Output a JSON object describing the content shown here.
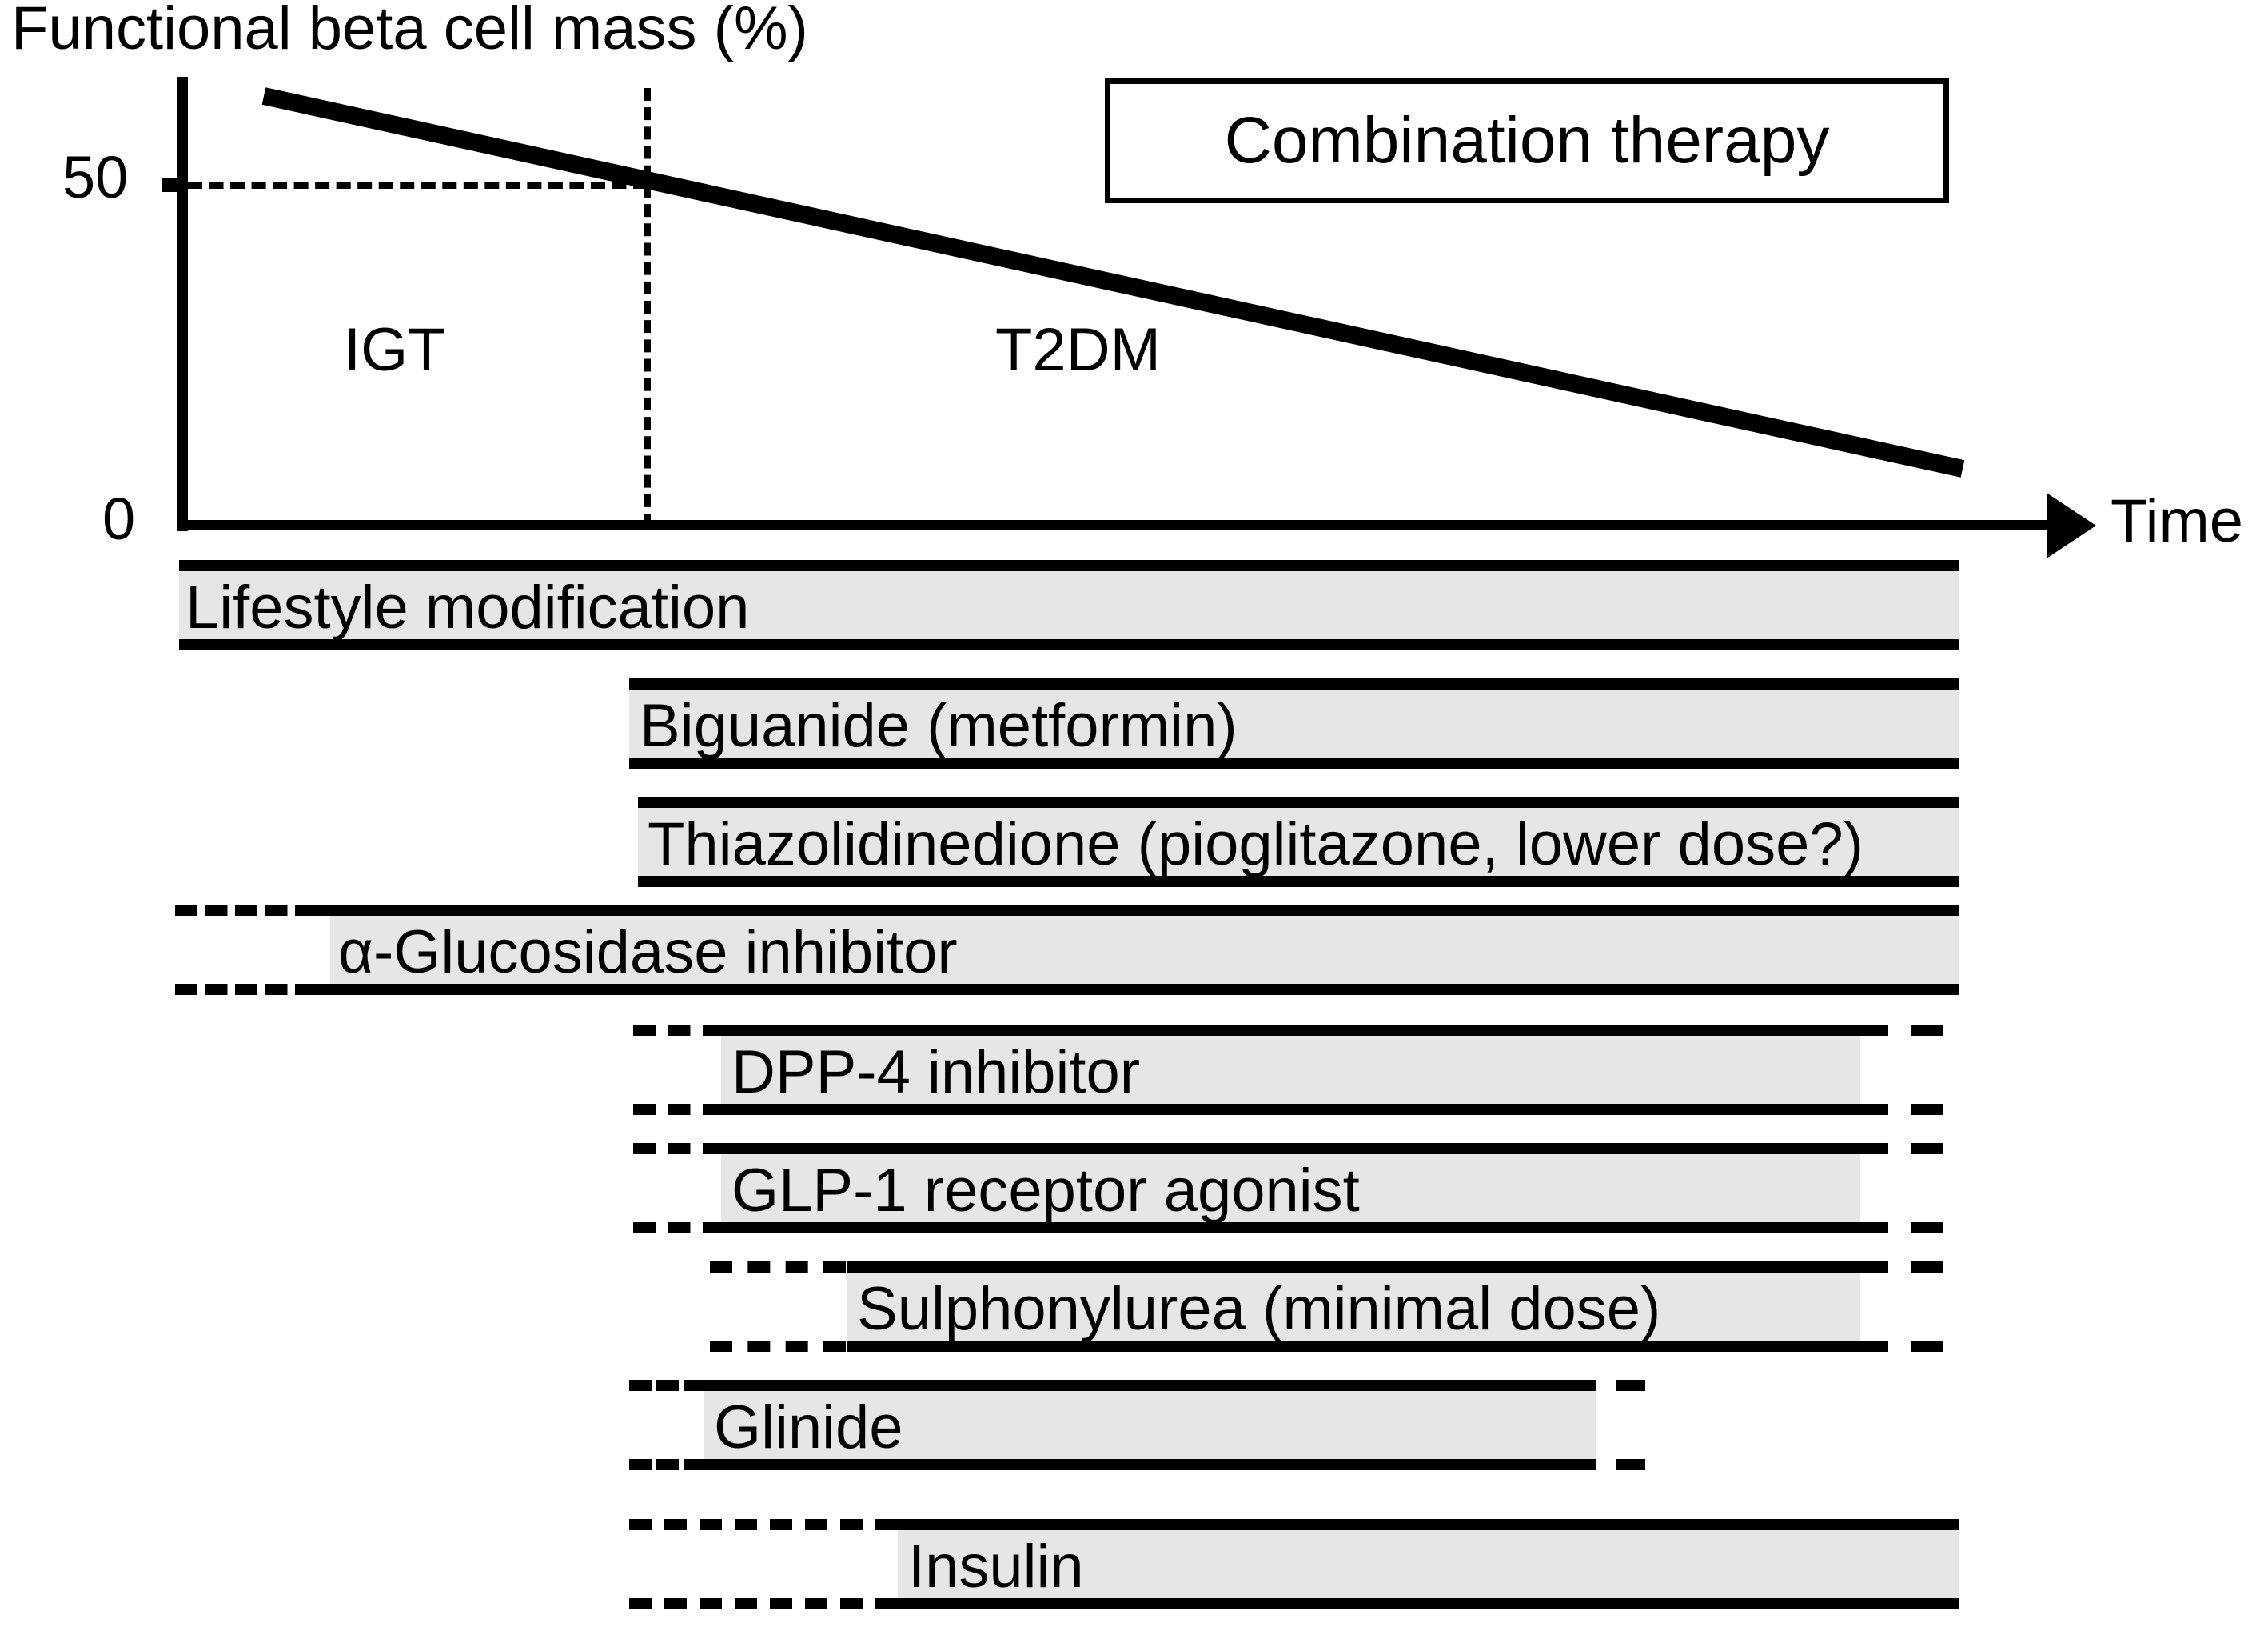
{
  "figure": {
    "y_axis_title": "Functional beta cell mass (%)",
    "x_axis_label": "Time",
    "y_ticks": [
      "50",
      "0"
    ],
    "stage_labels": [
      "IGT",
      "T2DM"
    ],
    "callout": "Combination therapy"
  },
  "chart_data": {
    "type": "line",
    "title": "Functional beta cell mass (%)",
    "xlabel": "Time",
    "ylabel": "Functional beta cell mass (%)",
    "ylim": [
      0,
      100
    ],
    "yticks": [
      0,
      50
    ],
    "grid": false,
    "legend": null,
    "annotations": [
      {
        "text": "IGT",
        "note": "region left of dashed divider"
      },
      {
        "text": "T2DM",
        "note": "region right of dashed divider"
      },
      {
        "text": "Combination therapy",
        "note": "boxed callout, upper right"
      }
    ],
    "series": [
      {
        "name": "Functional beta cell mass",
        "x": [
          0.0,
          1.0
        ],
        "y": [
          62,
          8
        ],
        "note": "monotonic linear decline crossing 50% at the IGT/T2DM boundary"
      }
    ],
    "reference_lines": [
      {
        "orientation": "horizontal",
        "value": 50,
        "style": "dotted",
        "label": "50"
      },
      {
        "orientation": "vertical",
        "value": "IGT/T2DM boundary",
        "style": "dashed"
      }
    ],
    "therapies": [
      {
        "label": "Lifestyle modification",
        "start": 0.0,
        "end": 1.0,
        "dashed_before": false,
        "dashed_after": false
      },
      {
        "label": "Biguanide (metformin)",
        "start": 0.25,
        "end": 1.0,
        "dashed_before": false,
        "dashed_after": false
      },
      {
        "label": "Thiazolidinedione (pioglitazone, lower dose?)",
        "start": 0.26,
        "end": 1.0,
        "dashed_before": false,
        "dashed_after": false
      },
      {
        "label": "α-Glucosidase inhibitor",
        "start": 0.08,
        "end": 1.0,
        "dashed_before": true,
        "dashed_after": false
      },
      {
        "label": "DPP-4 inhibitor",
        "start": 0.3,
        "end": 0.95,
        "dashed_before": true,
        "dashed_after": true
      },
      {
        "label": "GLP-1 receptor agonist",
        "start": 0.3,
        "end": 0.95,
        "dashed_before": true,
        "dashed_after": true
      },
      {
        "label": "Sulphonylurea (minimal dose)",
        "start": 0.38,
        "end": 0.95,
        "dashed_before": true,
        "dashed_after": true
      },
      {
        "label": "Glinide",
        "start": 0.3,
        "end": 0.79,
        "dashed_before": true,
        "dashed_after": true
      },
      {
        "label": "Insulin",
        "start": 0.4,
        "end": 1.0,
        "dashed_before": true,
        "dashed_after": false
      }
    ]
  },
  "therapy_rows": [
    {
      "label": "Lifestyle modification"
    },
    {
      "label": "Biguanide (metformin)"
    },
    {
      "label": "Thiazolidinedione (pioglitazone, lower dose?)"
    },
    {
      "label": "α-Glucosidase inhibitor"
    },
    {
      "label": "DPP-4 inhibitor"
    },
    {
      "label": "GLP-1 receptor agonist"
    },
    {
      "label": "Sulphonylurea (minimal dose)"
    },
    {
      "label": "Glinide"
    },
    {
      "label": "Insulin"
    }
  ],
  "colors": {
    "ink": "#000000",
    "bar_fill": "#e6e6e6",
    "background": "#ffffff"
  }
}
